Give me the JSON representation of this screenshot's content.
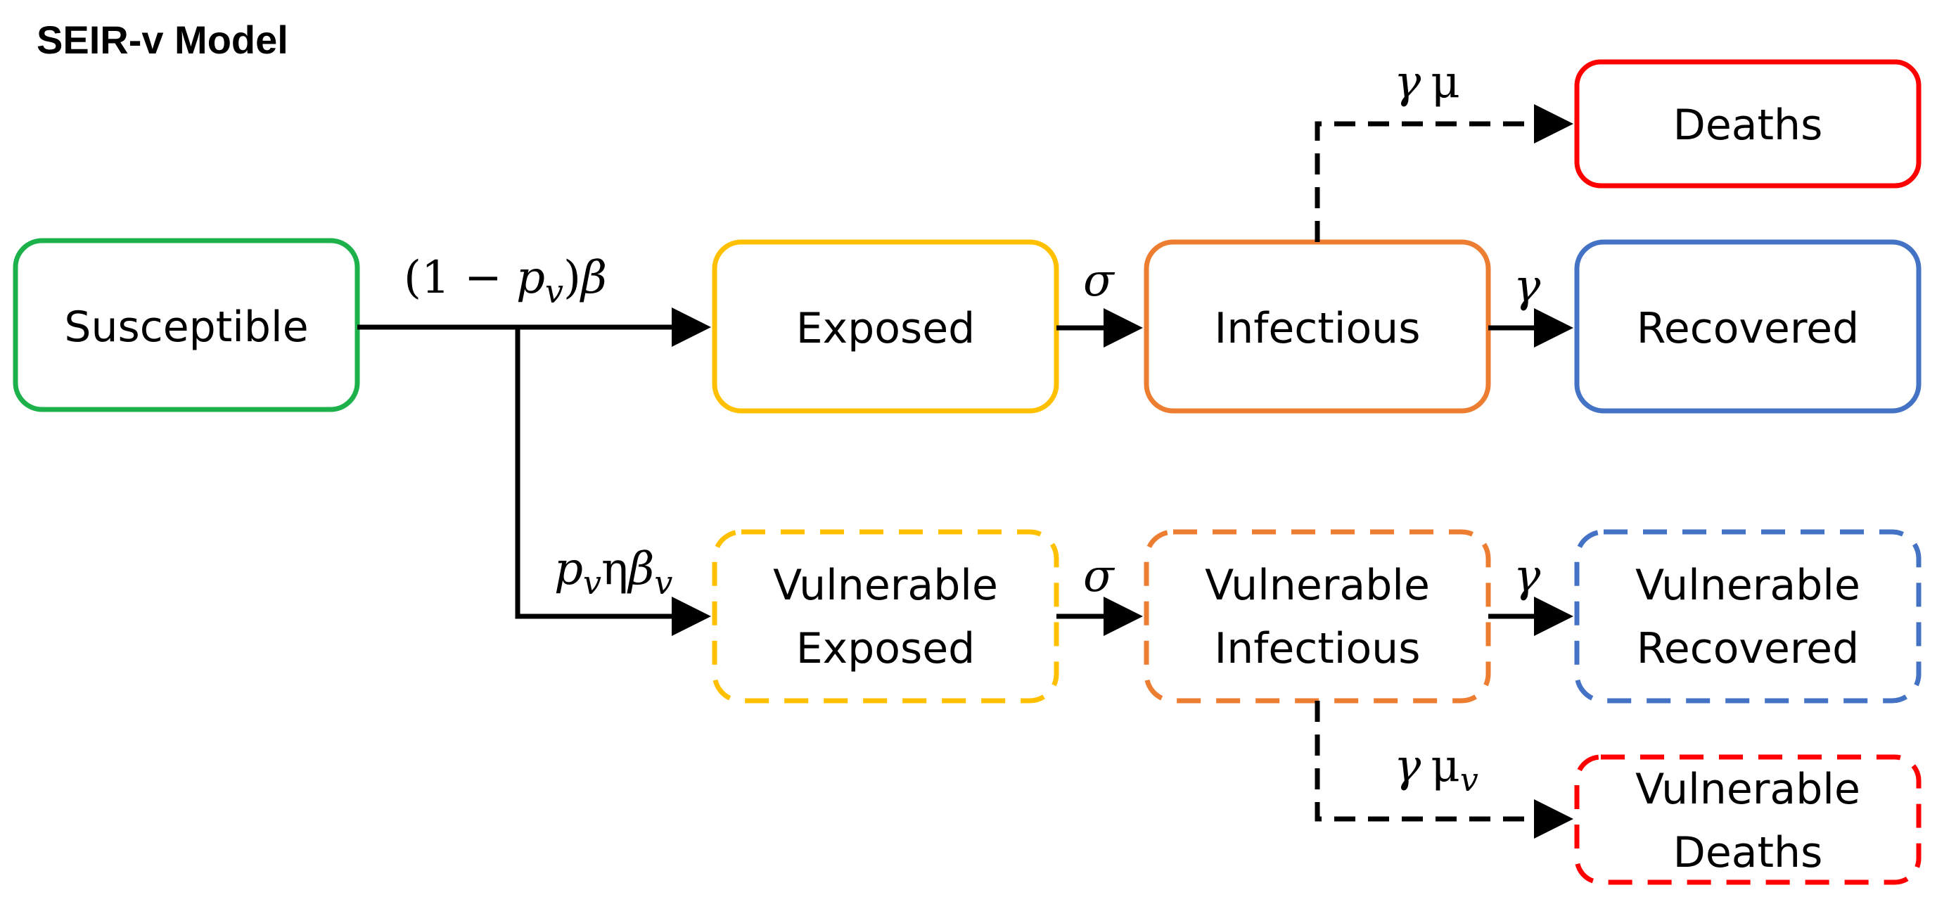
{
  "title": "SEIR-v Model",
  "colors": {
    "susceptible": "#1db14b",
    "exposed": "#ffc000",
    "infectious": "#ed7d31",
    "recovered": "#4472c4",
    "deaths": "#ff0000",
    "arrow": "#000000"
  },
  "nodes": {
    "susceptible": {
      "label": "Susceptible"
    },
    "exposed": {
      "label": "Exposed"
    },
    "infectious": {
      "label": "Infectious"
    },
    "recovered": {
      "label": "Recovered"
    },
    "deaths": {
      "label": "Deaths"
    },
    "v_exposed": {
      "line1": "Vulnerable",
      "line2": "Exposed"
    },
    "v_infectious": {
      "line1": "Vulnerable",
      "line2": "Infectious"
    },
    "v_recovered": {
      "line1": "Vulnerable",
      "line2": "Recovered"
    },
    "v_deaths": {
      "line1": "Vulnerable",
      "line2": "Deaths"
    }
  },
  "rates": {
    "s_to_e": {
      "open": "(1 − ",
      "p": "p",
      "p_sub": "v",
      "close": ")",
      "beta": "β"
    },
    "s_to_ve": {
      "p": "p",
      "p_sub": "v",
      "eta": "η",
      "beta": "β",
      "beta_sub": "v"
    },
    "e_to_i": {
      "sigma": "σ"
    },
    "ve_to_vi": {
      "sigma": "σ"
    },
    "i_to_r": {
      "gamma": "γ"
    },
    "vi_to_vr": {
      "gamma": "γ"
    },
    "i_to_d": {
      "gamma": "γ",
      "mu": "μ"
    },
    "vi_to_vd": {
      "gamma": "γ",
      "mu": "μ",
      "mu_sub": "v"
    }
  }
}
